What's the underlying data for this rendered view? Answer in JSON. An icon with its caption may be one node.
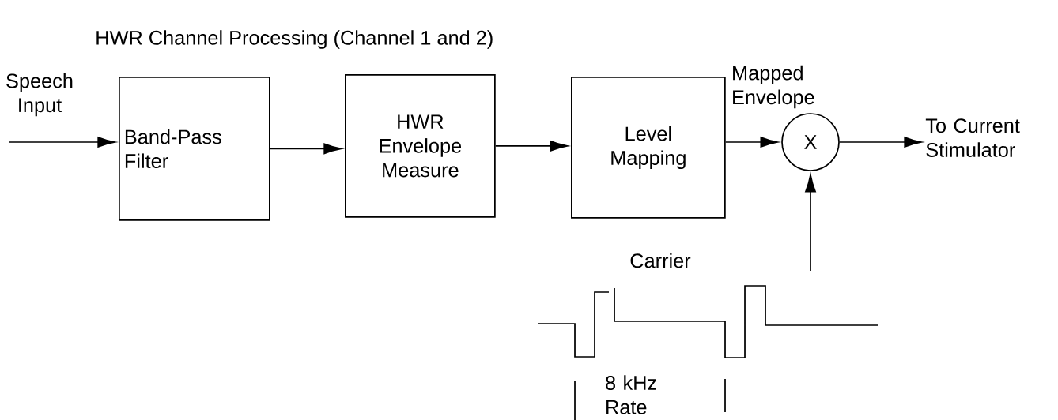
{
  "diagram": {
    "title": "HWR Channel Processing  (Channel 1 and 2)",
    "nodes": [
      {
        "text": [
          "Band-Pass Filter"
        ]
      },
      {
        "text": [
          "HWR Envelope Measure"
        ]
      },
      {
        "text": [
          "Level Mapping"
        ]
      },
      {
        "text": [
          "X"
        ]
      },
      {
        "text": [
          "To Current Stimulator"
        ]
      }
    ],
    "edges": [
      {
        "from": null,
        "to": 0,
        "arrow": "to"
      },
      {
        "from": 0,
        "to": 1,
        "arrow": "to"
      },
      {
        "from": 1,
        "to": 2,
        "arrow": "to"
      },
      {
        "from": 2,
        "to": 3,
        "arrow": "to"
      },
      {
        "from": 3,
        "to": 4,
        "arrow": "to"
      },
      {
        "from": null,
        "to": 3,
        "arrow": "to"
      }
    ],
    "labels": [
      "Speech Input",
      "Mapped Envelope",
      "Carrier",
      "8 kHz Rate"
    ]
  }
}
